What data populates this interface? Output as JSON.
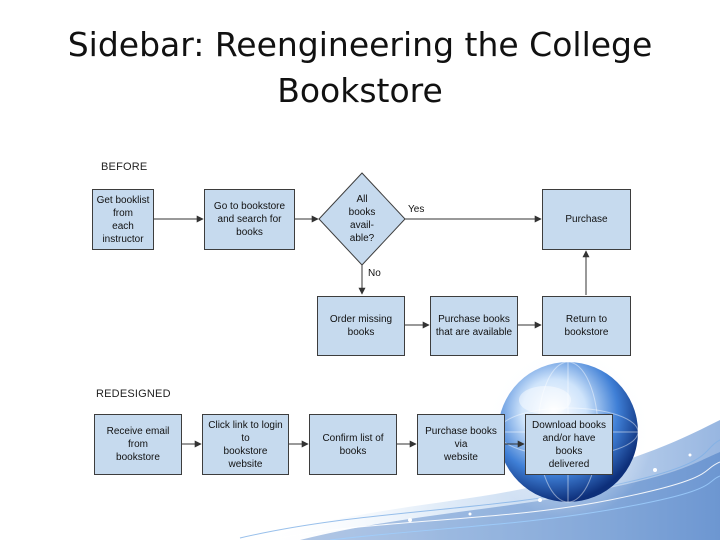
{
  "slide": {
    "title_line1": "Sidebar: Reengineering the College",
    "title_line2": "Bookstore"
  },
  "before": {
    "label": "BEFORE",
    "get_booklist": [
      "Get booklist from",
      "each instructor"
    ],
    "go_to_bookstore": [
      "Go to bookstore",
      "and search for",
      "books"
    ],
    "decision": [
      "All",
      "books",
      "avail-",
      "able?"
    ],
    "yes_label": "Yes",
    "no_label": "No",
    "purchase": "Purchase",
    "order_missing": [
      "Order missing",
      "books"
    ],
    "purchase_available": [
      "Purchase books",
      "that are available"
    ],
    "return_to_bookstore": [
      "Return to",
      "bookstore"
    ]
  },
  "redesigned": {
    "label": "REDESIGNED",
    "receive_email": [
      "Receive email from",
      "bookstore"
    ],
    "click_link": [
      "Click link to login to",
      "bookstore website"
    ],
    "confirm_list": [
      "Confirm list of",
      "books"
    ],
    "purchase_via_website": [
      "Purchase books via",
      "website"
    ],
    "download_books": [
      "Download books",
      "and/or have books",
      "delivered"
    ]
  },
  "colors": {
    "box_fill": "#c6daee",
    "box_border": "#3d3d3d",
    "globe_accent": "#1f5fbf"
  },
  "icons": [
    "globe-decoration"
  ]
}
